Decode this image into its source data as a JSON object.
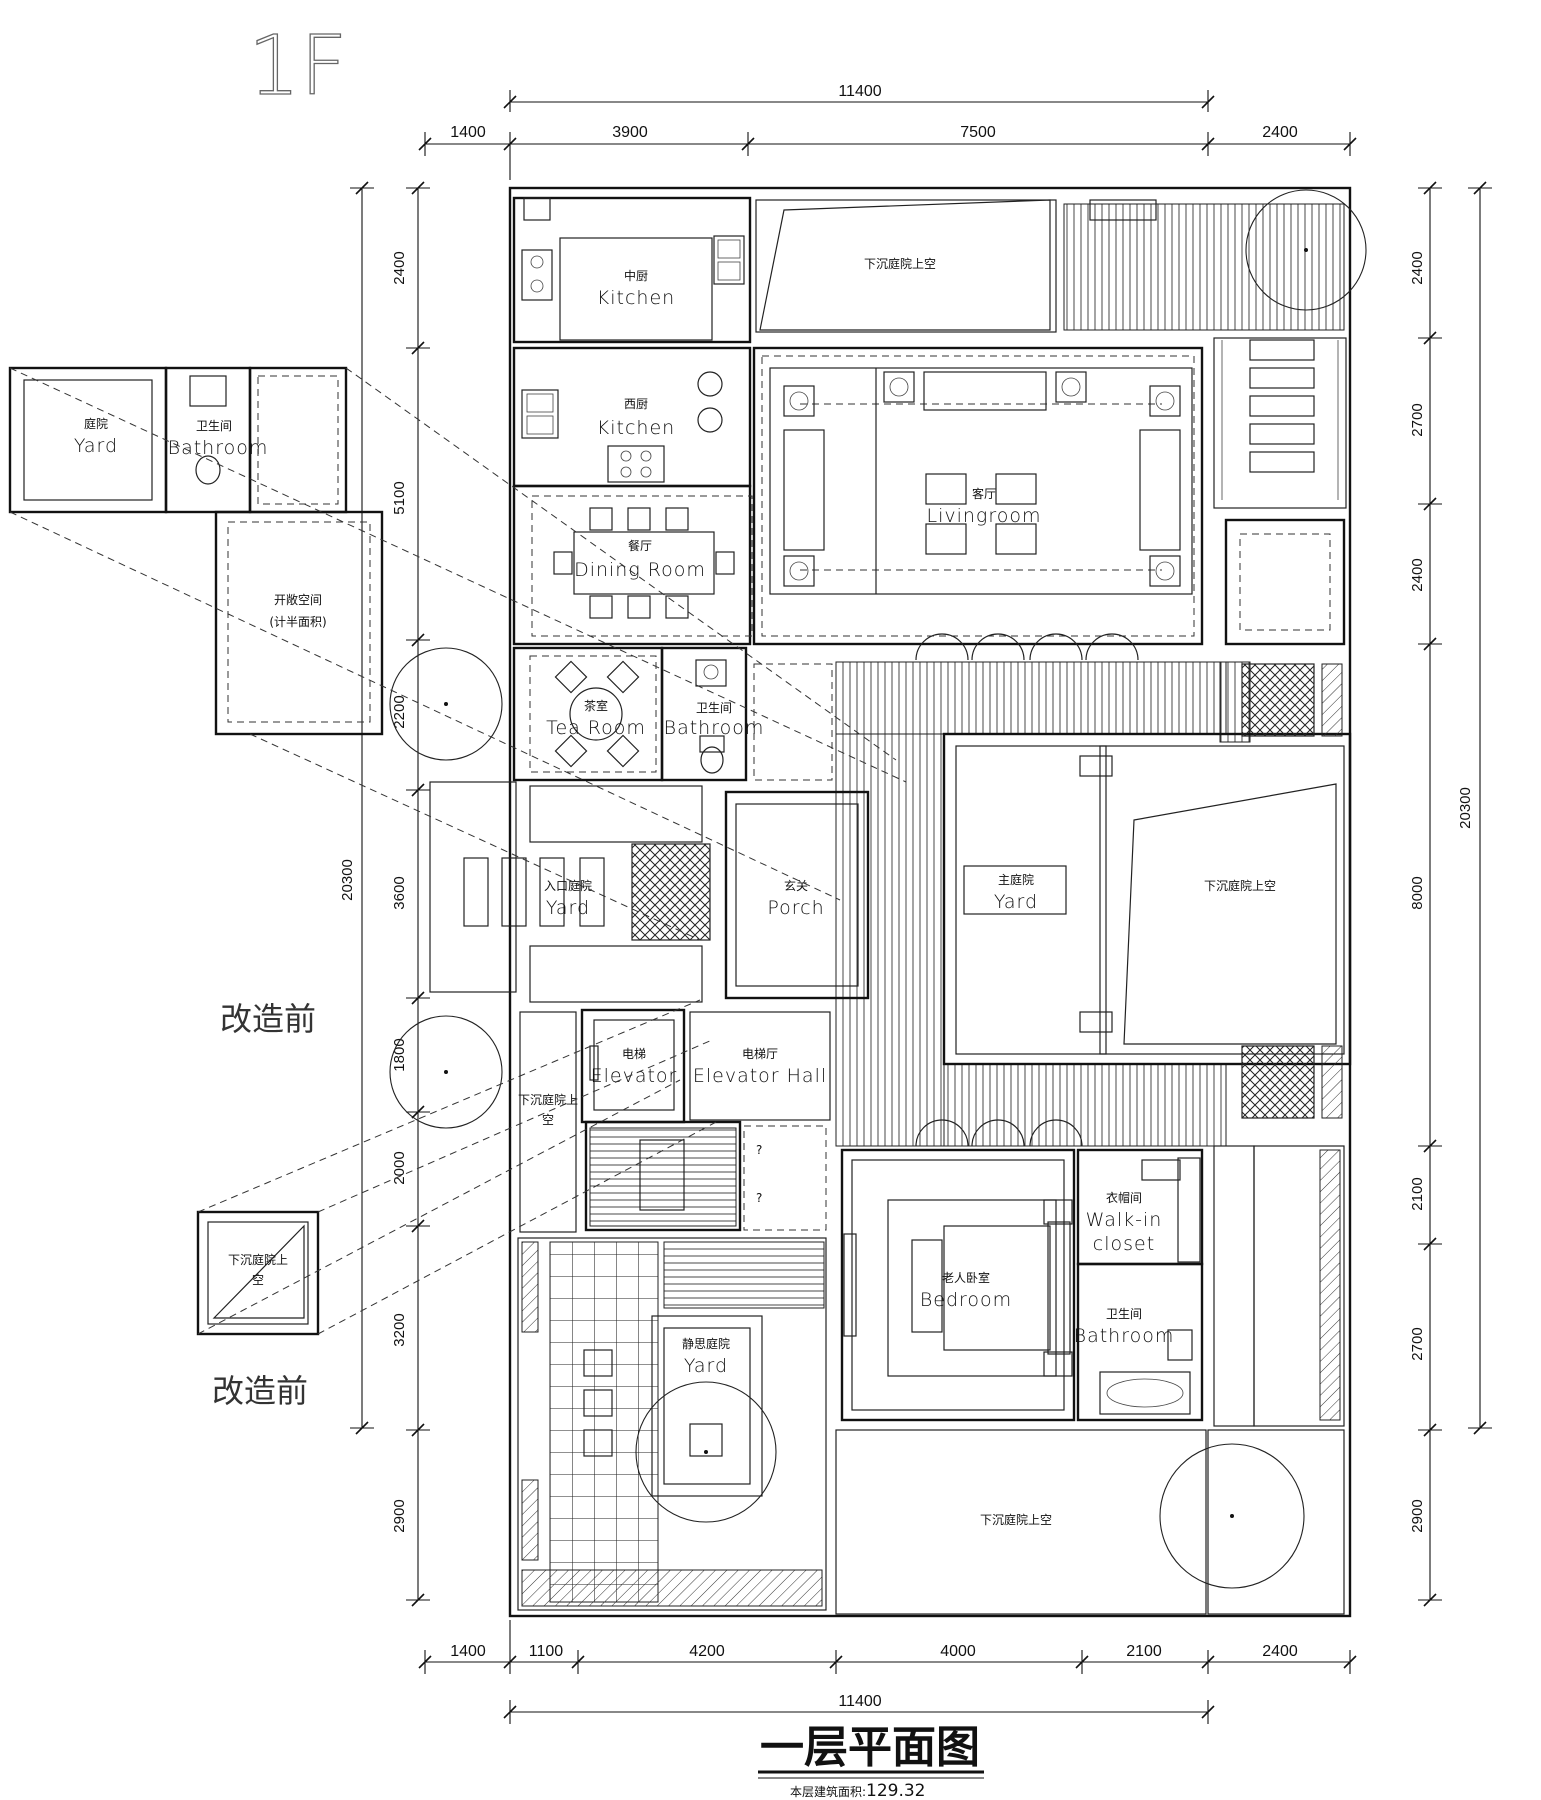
{
  "floor": {
    "label": "1F",
    "title": "一层平面图",
    "area_label": "本层建筑面积:",
    "area_value": "129.32"
  },
  "dims": {
    "top_total": "11400",
    "top": [
      "1400",
      "3900",
      "7500",
      "2400"
    ],
    "bottom": [
      "1400",
      "1100",
      "4200",
      "4000",
      "2100",
      "2400"
    ],
    "bottom_total": "11400",
    "left_total": "20300",
    "left": [
      "2400",
      "5100",
      "2200",
      "3600",
      "1800",
      "2000",
      "3200",
      "2900"
    ],
    "right": [
      "2400",
      "2700",
      "2400",
      "8000",
      "2100",
      "2700",
      "2900"
    ],
    "right_total": "20300"
  },
  "rooms": {
    "kitchen_cn": {
      "zh": "中厨",
      "en": "Kitchen"
    },
    "kitchen_west": {
      "zh": "西厨",
      "en": "Kitchen"
    },
    "dining": {
      "zh": "餐厅",
      "en": "Dining Room"
    },
    "living": {
      "zh": "客厅",
      "en": "Livingroom"
    },
    "tea": {
      "zh": "茶室",
      "en": "Tea Room"
    },
    "bath_tea": {
      "zh": "卫生间",
      "en": "Bathroom"
    },
    "entry_yard": {
      "zh": "入口庭院",
      "en": "Yard"
    },
    "porch": {
      "zh": "玄关",
      "en": "Porch"
    },
    "main_yard": {
      "zh": "主庭院",
      "en": "Yard"
    },
    "elevator": {
      "zh": "电梯",
      "en": "Elevator"
    },
    "elevator_hall": {
      "zh": "电梯厅",
      "en": "Elevator Hall"
    },
    "walkin": {
      "zh": "衣帽间",
      "en1": "Walk-in",
      "en2": "closet"
    },
    "bedroom": {
      "zh": "老人卧室",
      "en": "Bedroom"
    },
    "bath_bed": {
      "zh": "卫生间",
      "en": "Bathroom"
    },
    "quiet_yard": {
      "zh": "静思庭院",
      "en": "Yard"
    },
    "sunken_top": "下沉庭院上空",
    "sunken_right": "下沉庭院上空",
    "sunken_bottom": "下沉庭院上空",
    "sunken_left_1": "下沉庭院上",
    "sunken_left_2": "空",
    "stair_q1": "?",
    "stair_q2": "?"
  },
  "before": {
    "label_1": "改造前",
    "label_2": "改造前",
    "yard": {
      "zh": "庭院",
      "en": "Yard"
    },
    "bath": {
      "zh": "卫生间",
      "en": "Bathroom"
    },
    "open_space_1": "开敞空间",
    "open_space_2": "(计半面积)",
    "sunken_1": "下沉庭院上",
    "sunken_2": "空"
  }
}
